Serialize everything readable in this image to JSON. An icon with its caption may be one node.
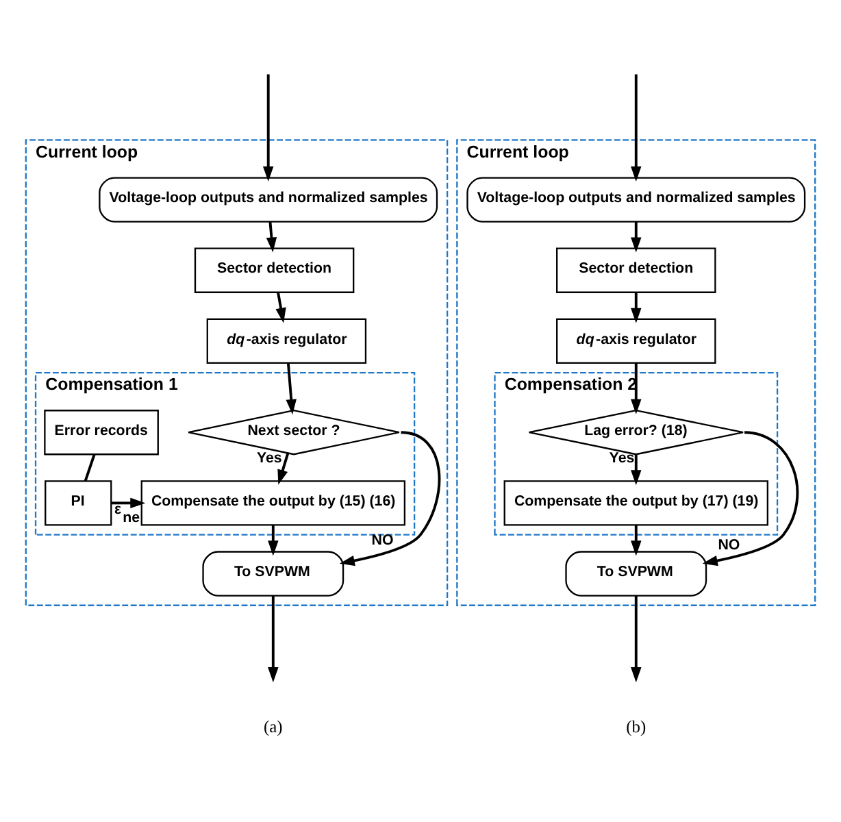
{
  "diagram": {
    "nodes": [
      {
        "text": [
          "Current loop"
        ]
      },
      {
        "text": [
          "Voltage-loop outputs and normalized samples"
        ],
        "in": 0
      },
      {
        "text": [
          "Sector detection"
        ],
        "in": 0
      },
      {
        "text": [
          "*dq*-axis regulator"
        ],
        "in": 0
      },
      {
        "text": [
          "Compensation 1"
        ],
        "in": 0
      },
      {
        "text": [
          "Next sector ?"
        ],
        "in": 4
      },
      {
        "text": [
          "Error records"
        ],
        "in": 4
      },
      {
        "text": [
          "PI"
        ],
        "in": 4
      },
      {
        "text": [
          "Compensate the output by (15) (16)"
        ],
        "in": 4
      },
      {
        "text": [
          "To SVPWM"
        ],
        "in": 0
      },
      {
        "text": [
          "Current loop"
        ]
      },
      {
        "text": [
          "Voltage-loop outputs and normalized samples"
        ],
        "in": 10
      },
      {
        "text": [
          "Sector detection"
        ],
        "in": 10
      },
      {
        "text": [
          "*dq*-axis regulator"
        ],
        "in": 10
      },
      {
        "text": [
          "Compensation 2"
        ],
        "in": 10
      },
      {
        "text": [
          "Lag error? (18)"
        ],
        "in": 14
      },
      {
        "text": [
          "Compensate the output by (17) (19)"
        ],
        "in": 14
      },
      {
        "text": [
          "To SVPWM"
        ],
        "in": 10
      }
    ],
    "edges": [
      {
        "from": null,
        "to": 1,
        "arrow": "to"
      },
      {
        "from": 1,
        "to": 2,
        "arrow": "to"
      },
      {
        "from": 2,
        "to": 3,
        "arrow": "to"
      },
      {
        "from": 3,
        "to": 5,
        "arrow": "to"
      },
      {
        "from": 5,
        "to": 8,
        "arrow": "to",
        "label": "Yes"
      },
      {
        "from": 5,
        "to": 9,
        "arrow": "to",
        "label": "NO"
      },
      {
        "from": 6,
        "to": 7,
        "arrow": "none"
      },
      {
        "from": 7,
        "to": 8,
        "arrow": "to",
        "label": "ε$_{ne}$"
      },
      {
        "from": 8,
        "to": 9,
        "arrow": "to"
      },
      {
        "from": 9,
        "to": null,
        "arrow": "to"
      },
      {
        "from": null,
        "to": 11,
        "arrow": "to"
      },
      {
        "from": 11,
        "to": 12,
        "arrow": "to"
      },
      {
        "from": 12,
        "to": 13,
        "arrow": "to"
      },
      {
        "from": 13,
        "to": 15,
        "arrow": "to"
      },
      {
        "from": 15,
        "to": 16,
        "arrow": "to",
        "label": "Yes"
      },
      {
        "from": 15,
        "to": 17,
        "arrow": "to",
        "label": "NO"
      },
      {
        "from": 16,
        "to": 17,
        "arrow": "to"
      },
      {
        "from": 17,
        "to": null,
        "arrow": "to"
      }
    ],
    "labels": [
      "(a)",
      "(b)"
    ]
  }
}
